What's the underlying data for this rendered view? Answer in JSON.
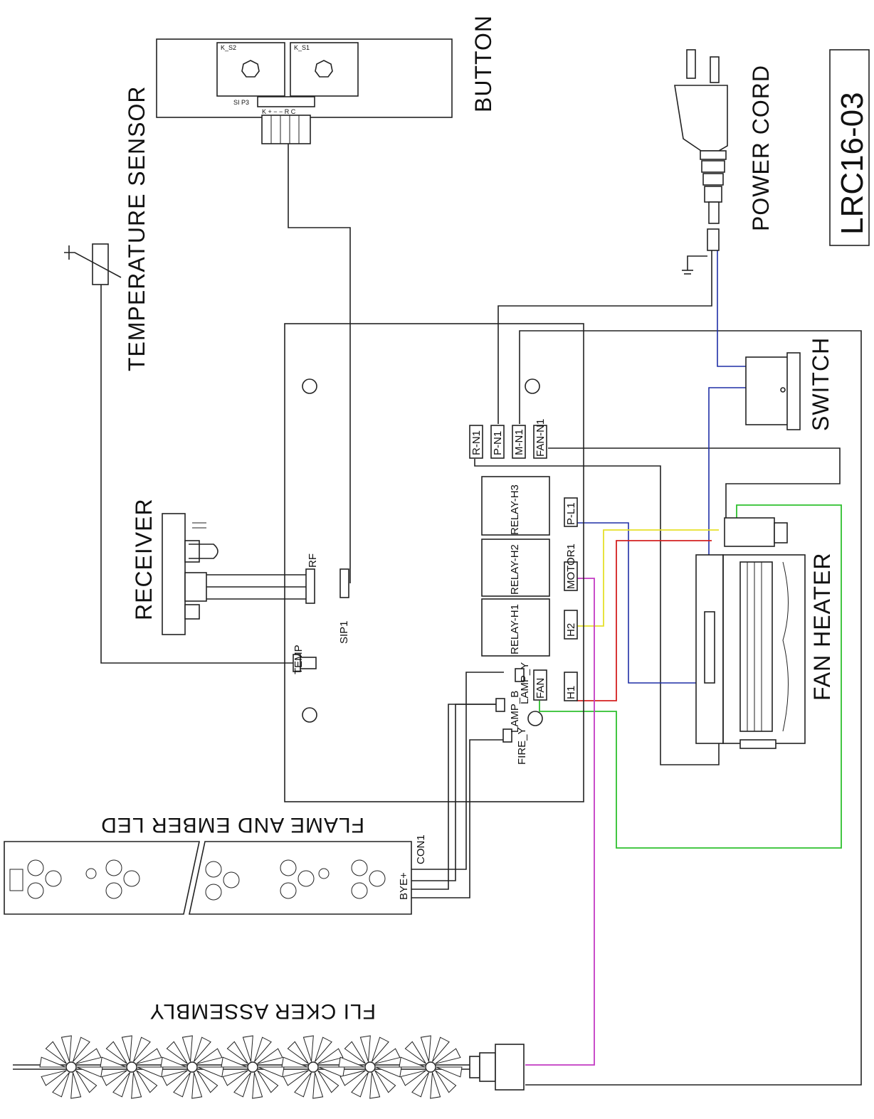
{
  "model": "LRC16-03",
  "components": {
    "temperature_sensor": "TEMPERATURE SENSOR",
    "button": "BUTTON",
    "power_cord": "POWER CORD",
    "switch": "SWITCH",
    "receiver": "RECEIVER",
    "fan_heater": "FAN HEATER",
    "flame_led": "FLAME AND EMBER LED",
    "flicker": "FLI CKER ASSEMBLY"
  },
  "button_board": {
    "key2": "K_S2",
    "key1": "K_S1",
    "header": "SI P3",
    "pins": "K +  −  −  R  C"
  },
  "board_labels": {
    "rn1": "R-N1",
    "pn1": "P-N1",
    "mn1": "M-N1",
    "fann1": "FAN-N1",
    "relay_h1": "RELAY-H1",
    "relay_h2": "RELAY-H2",
    "relay_h3": "RELAY-H3",
    "pl1": "P-L1",
    "motor": "MOTOR1",
    "h2": "H2",
    "h1": "H1",
    "fan": "FAN",
    "lamp": "LAMP_Y",
    "lamp_b": "LAMP_B",
    "fire": "FIRE_Y",
    "rf": "RF",
    "temp": "TEMP",
    "sip1": "SIP1"
  },
  "led_board": {
    "con1": "CON1",
    "bye": "BYE+"
  },
  "wire_colors": {
    "black": "#222222",
    "blue": "#1f2fa6",
    "red": "#d42020",
    "yellow": "#e6e02a",
    "green": "#2ec02e",
    "magenta": "#c33ac3"
  }
}
